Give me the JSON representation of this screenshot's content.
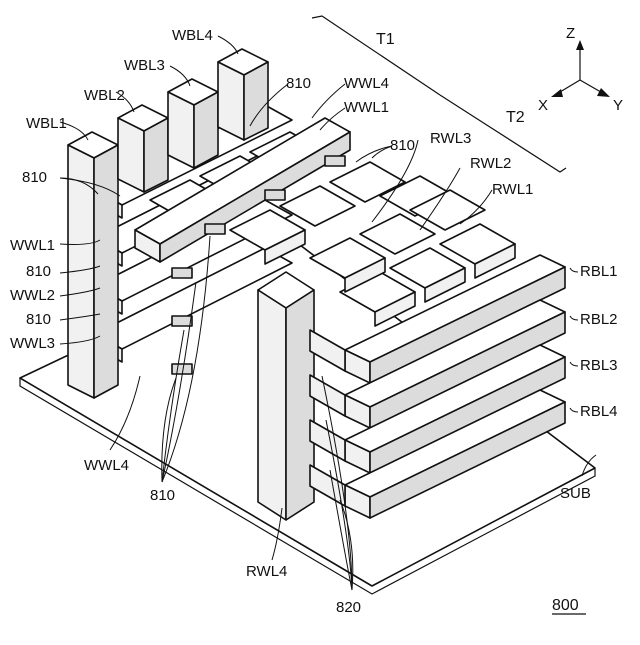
{
  "figure_number": "800",
  "axes": {
    "z": "Z",
    "x": "X",
    "y": "Y"
  },
  "regions": {
    "t1": "T1",
    "t2": "T2"
  },
  "write_bit_lines": [
    "WBL1",
    "WBL2",
    "WBL3",
    "WBL4"
  ],
  "write_word_lines": [
    "WWL1",
    "WWL2",
    "WWL3",
    "WWL4",
    "WWL4",
    "WWL1"
  ],
  "read_word_lines": [
    "RWL1",
    "RWL2",
    "RWL3",
    "RWL4"
  ],
  "read_bit_lines": [
    "RBL1",
    "RBL2",
    "RBL3",
    "RBL4"
  ],
  "ref_810": "810",
  "ref_820": "820",
  "substrate": "SUB"
}
